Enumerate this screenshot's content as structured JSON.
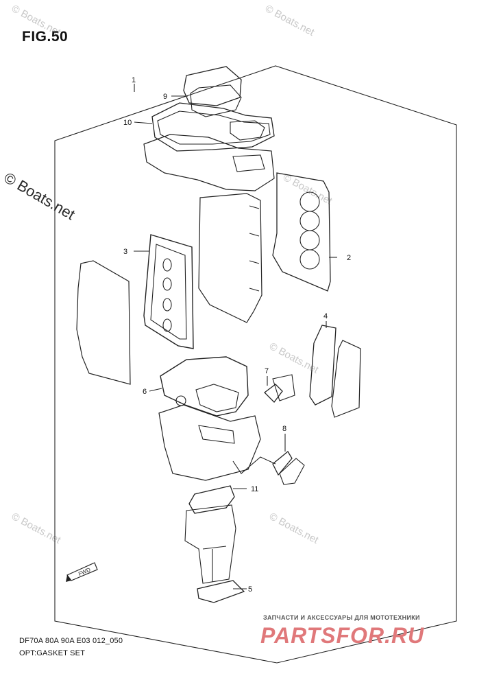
{
  "figure": {
    "title": "FIG.50"
  },
  "watermarks": {
    "brand": "Boats.net",
    "big_label": "© Boats.net"
  },
  "callouts": [
    "1",
    "2",
    "3",
    "4",
    "5",
    "6",
    "7",
    "8",
    "9",
    "10",
    "11"
  ],
  "caption": {
    "line1": "DF70A 80A 90A E03 012_050",
    "line2": "OPT:GASKET SET"
  },
  "shop": {
    "tagline": "ЗАПЧАСТИ И АКСЕССУАРЫ ДЛЯ МОТОТЕХНИКИ",
    "logo": "PARTSFOR.RU"
  },
  "fwd_label": "FWD"
}
